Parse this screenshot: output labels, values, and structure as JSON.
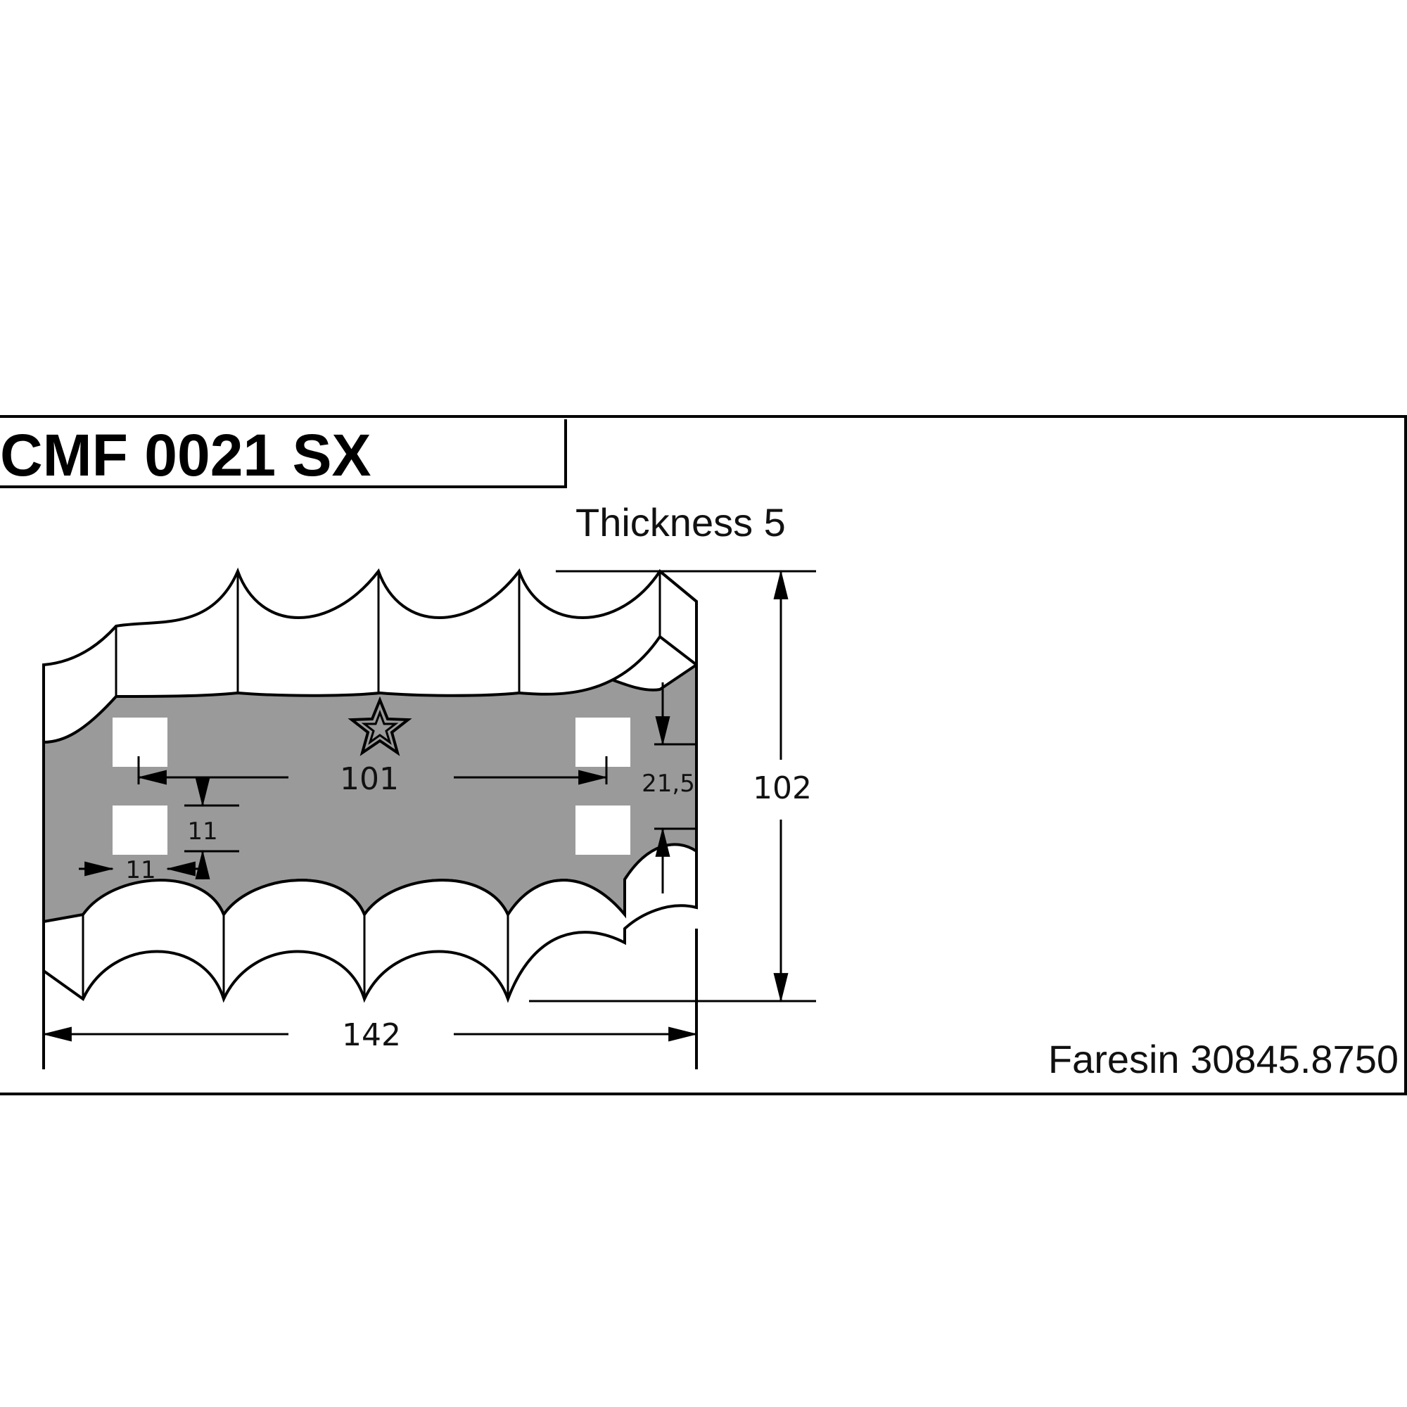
{
  "drawing": {
    "part_code": "CMF 0021 SX",
    "thickness_label": "Thickness 5",
    "reference_label": "Faresin 30845.8750"
  },
  "dimensions": {
    "overall_width": "142",
    "overall_height": "102",
    "hole_spacing": "101",
    "inner_offset": "21,5",
    "hole_size_vertical": "11",
    "hole_size_horizontal": "11"
  },
  "colors": {
    "blade_fill": "#9a9a9a",
    "outline": "#000000",
    "background": "#ffffff"
  }
}
